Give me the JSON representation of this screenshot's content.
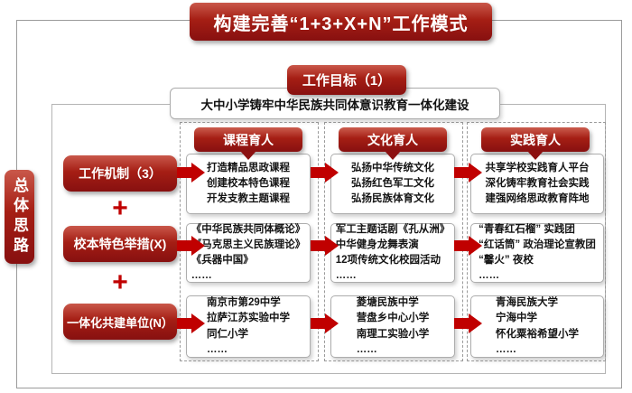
{
  "title": "构建完善“1+3+X+N”工作模式",
  "goal": {
    "label": "工作目标（1）",
    "text": "大中小学铸牢中华民族共同体意识教育一体化建设"
  },
  "side_label": "总体思路",
  "plus_symbol": "+",
  "left_items": [
    {
      "label": "工作机制（3）"
    },
    {
      "label": "校本特色举措(X)"
    },
    {
      "label": "一体化共建单位(N）"
    }
  ],
  "columns": [
    {
      "header": "课程育人",
      "cells": [
        "打造精品思政课程\n创建校本特色课程\n开发支教主题课程",
        "《中华民族共同体概论》\n《马克思主义民族理论》\n《兵器中国》\n……",
        "南京市第29中学\n拉萨江苏实验中学\n同仁小学\n……"
      ]
    },
    {
      "header": "文化育人",
      "cells": [
        "弘扬中华传统文化\n弘扬红色军工文化\n弘扬民族体育文化",
        "军工主题话剧《孔从洲》\n中华健身龙舞表演\n12项传统文化校园活动\n……",
        "菱塘民族中学\n营盘乡中心小学\n南理工实验小学\n……"
      ]
    },
    {
      "header": "实践育人",
      "cells": [
        "共享学校实践育人平台\n深化铸牢教育社会实践\n建强网络思政教育阵地",
        "“青春红石榴” 实践团\n“红话筒” 政治理论宣教团\n“馨火” 夜校\n……",
        "青海民族大学\n宁海中学\n怀化粟裕希望小学\n……"
      ]
    }
  ],
  "colors": {
    "banner_red": "#a51e14",
    "banner_red_dark": "#871010",
    "arrow_red": "#c00000"
  }
}
